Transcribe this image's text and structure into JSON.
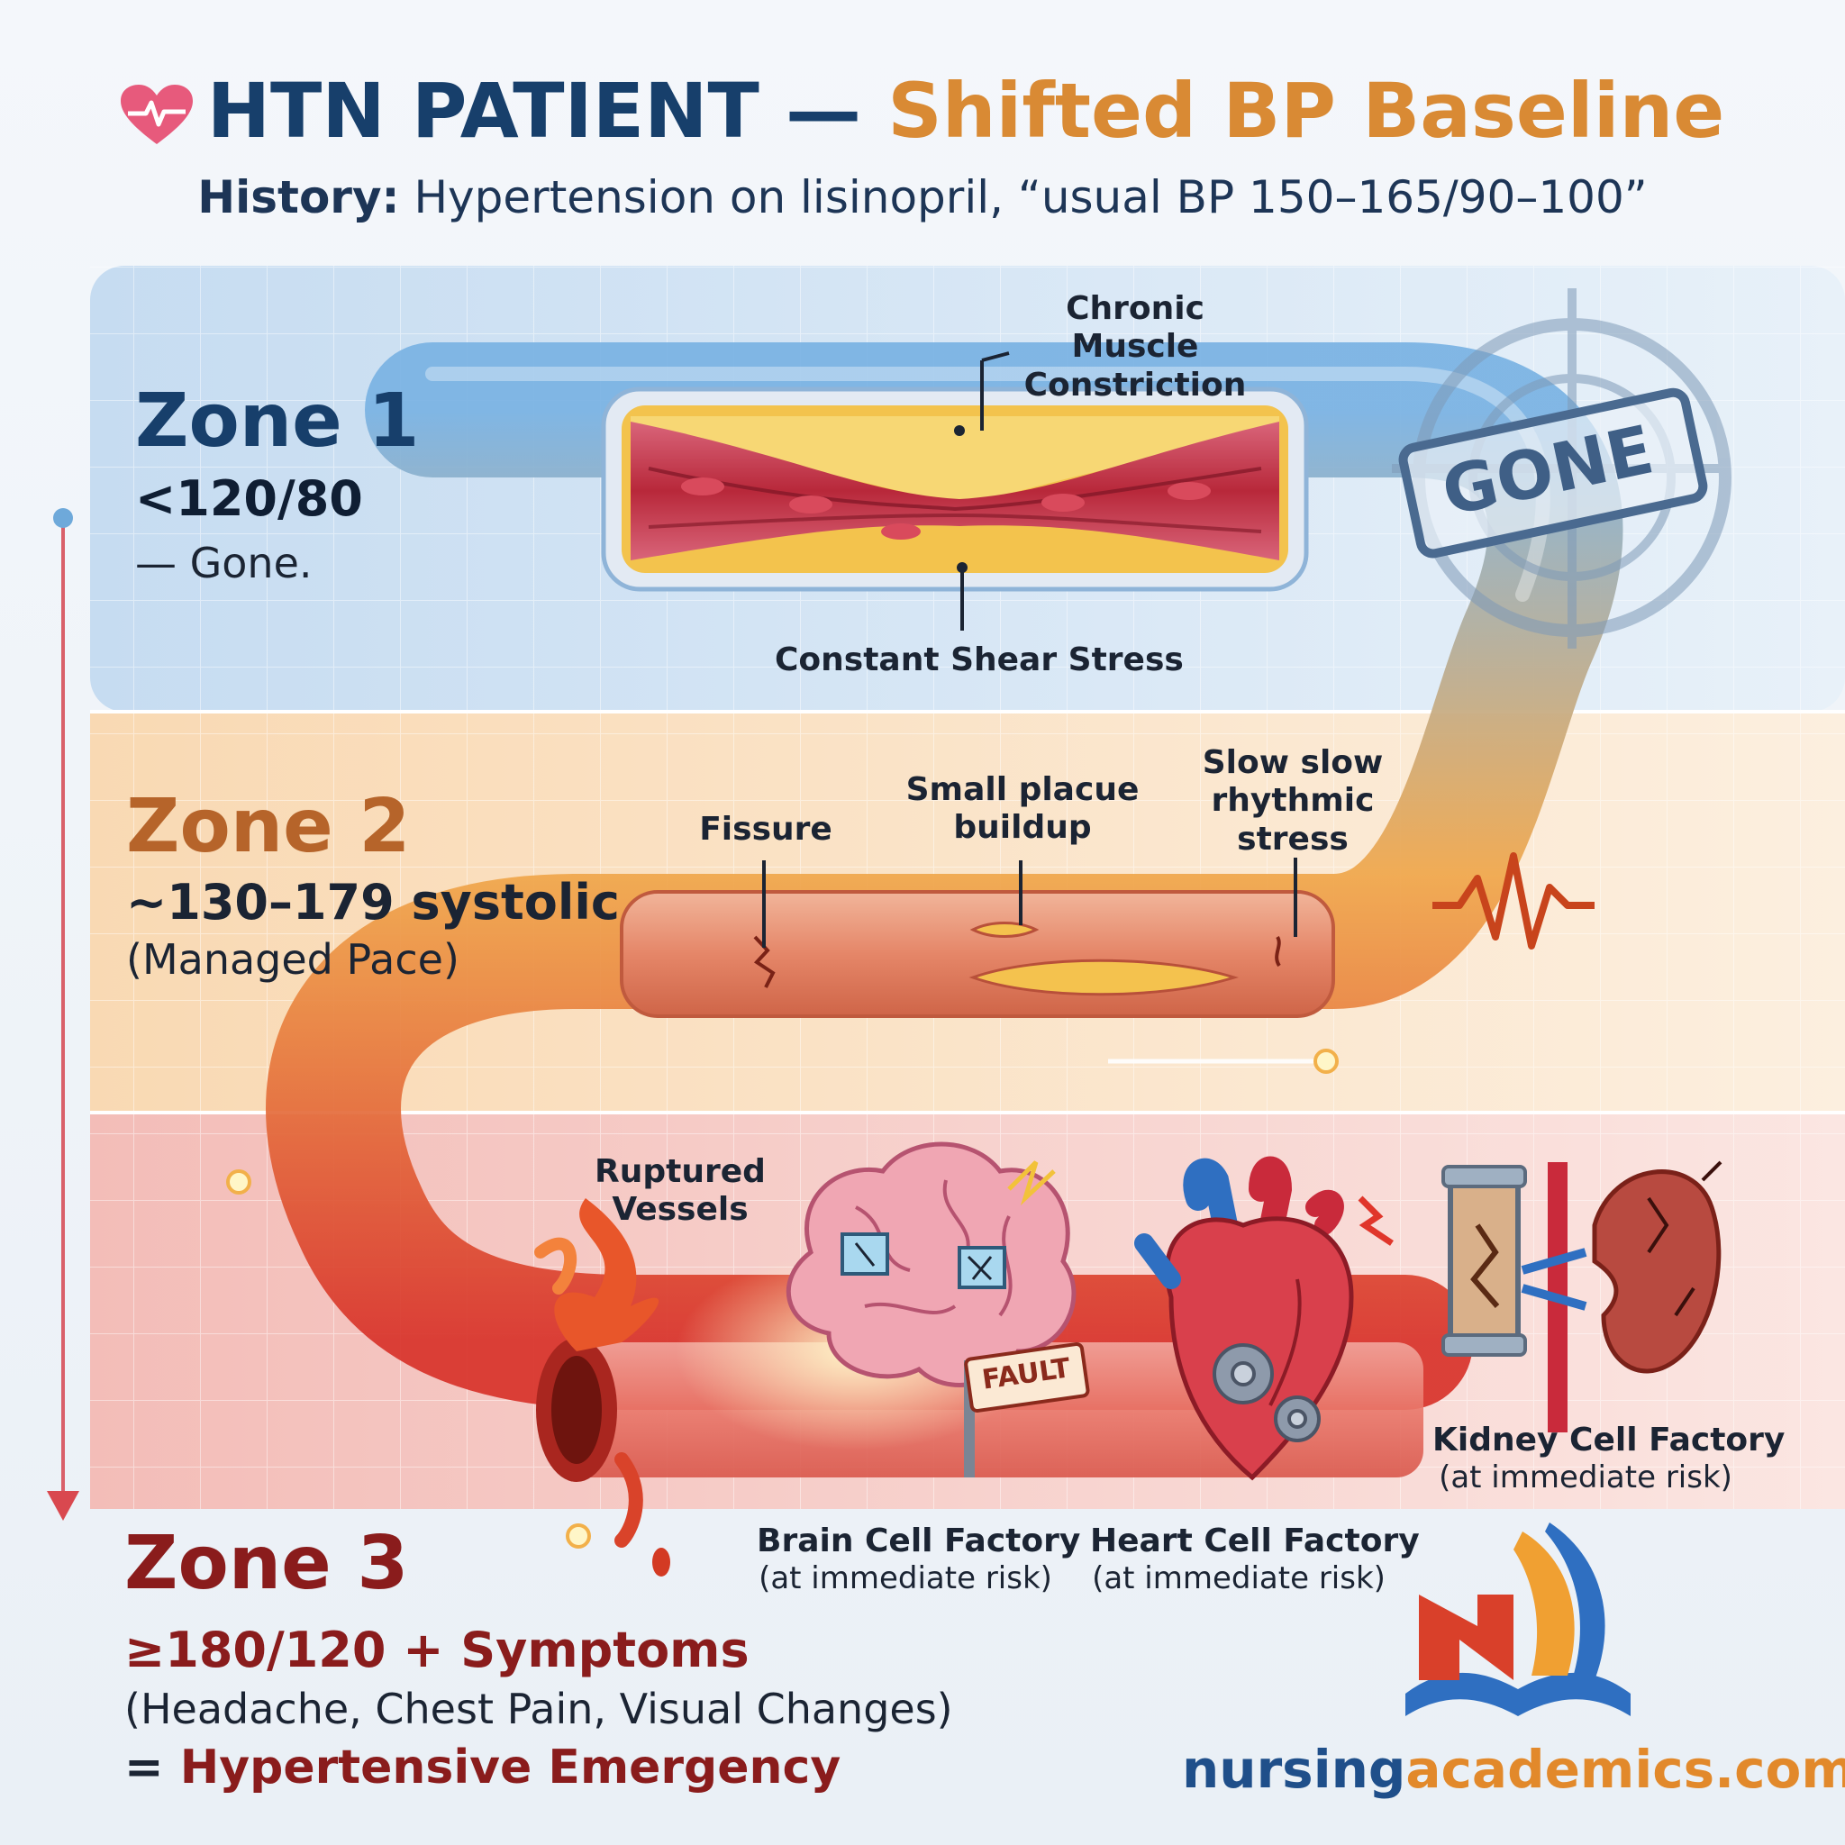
{
  "header": {
    "title_main": "HTN PATIENT —",
    "title_accent": "Shifted BP Baseline",
    "history_label": "History:",
    "history_text": "Hypertension on lisinopril, “usual BP 150–165/90–100”"
  },
  "zone1": {
    "title": "Zone 1",
    "range": "<120/80",
    "note": "— Gone.",
    "labels": {
      "top": "Chronic Muscle Constriction",
      "bottom": "Constant Shear Stress"
    },
    "stamp": "GONE"
  },
  "zone2": {
    "title": "Zone 2",
    "range": "~130–179 systolic",
    "note": "(Managed Pace)",
    "labels": {
      "fissure": "Fissure",
      "plaque": "Small placue buildup",
      "rhythmic": "Slow slow rhythmic stress"
    }
  },
  "zone3": {
    "title": "Zone 3",
    "range": "≥180/120 + Symptoms",
    "symptoms": "(Headache, Chest Pain, Visual Changes)",
    "prefix": "=",
    "verdict": "Hypertensive Emergency",
    "labels": {
      "ruptured": "Ruptured Vessels",
      "fault_sign": "FAULT",
      "brain": "Brain Cell Factory",
      "heart": "Heart Cell Factory",
      "kidney": "Kidney Cell Factory",
      "risk": "(at immediate risk)"
    }
  },
  "brand": {
    "part1": "nursing",
    "part2": "academics.com"
  },
  "colors": {
    "navy": "#173f6b",
    "orange": "#d98a34",
    "zone1_bg": "#cfe2f3",
    "zone2_bg": "#fbe3c6",
    "zone3_bg": "#f6cdc9",
    "zone2_text": "#b6642a",
    "zone3_text": "#8a1c1c"
  },
  "icons": [
    "heart-pulse-icon",
    "target-icon",
    "brain-icon",
    "heart-organ-icon",
    "kidney-icon",
    "gear-icon",
    "lightning-icon",
    "brand-logo-icon"
  ]
}
